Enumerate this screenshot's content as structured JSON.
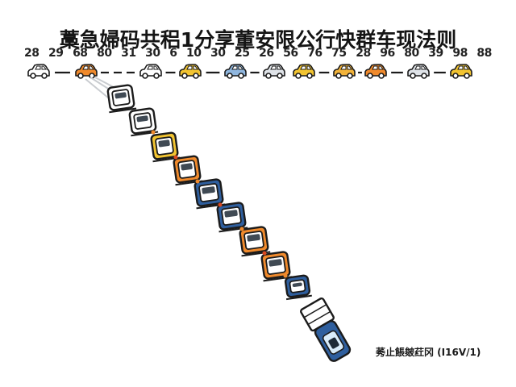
{
  "title": "藁急婦码共稆1分享董安限公行快群车现法则",
  "numbers": [
    "28",
    "29",
    "68",
    "80",
    "31",
    "30",
    "6",
    "10",
    "30",
    "25",
    "26",
    "56",
    "76",
    "75",
    "28",
    "96",
    "80",
    "39",
    "98",
    "88"
  ],
  "caption": "莠止餦皴荭冈 (I16V/1)",
  "colors": {
    "outline": "#1b1b1b",
    "orange": "#f08a2c",
    "yellow": "#f2c431",
    "blue": "#2f5f9e",
    "lightblue": "#6aa6d8",
    "gray": "#9aa0a6"
  },
  "row_cars": [
    {
      "name": "car-row-1",
      "color": "#ffffff"
    },
    {
      "name": "car-row-2",
      "color": "#f08a2c"
    },
    {
      "name": "car-row-3",
      "color": "#ffffff"
    },
    {
      "name": "car-row-4",
      "color": "#f2c431"
    },
    {
      "name": "car-row-5",
      "color": "#8fb6de"
    },
    {
      "name": "car-row-6",
      "color": "#dfe3e8"
    },
    {
      "name": "car-row-7",
      "color": "#f2c431"
    },
    {
      "name": "car-row-8",
      "color": "#f2b33a"
    },
    {
      "name": "car-row-9",
      "color": "#f08a2c"
    },
    {
      "name": "car-row-10",
      "color": "#dfe3e8"
    },
    {
      "name": "car-row-11",
      "color": "#f2c431"
    }
  ],
  "diag_cars": [
    {
      "name": "diag-car-1",
      "color": "#ffffff"
    },
    {
      "name": "diag-car-2",
      "color": "#ffffff"
    },
    {
      "name": "diag-car-3",
      "color": "#f2c431"
    },
    {
      "name": "diag-car-4",
      "color": "#f08a2c"
    },
    {
      "name": "diag-car-5",
      "color": "#2f5f9e"
    },
    {
      "name": "diag-car-6",
      "color": "#2f5f9e"
    },
    {
      "name": "diag-car-7",
      "color": "#f08a2c"
    },
    {
      "name": "diag-car-8",
      "color": "#f08a2c"
    },
    {
      "name": "diag-car-9",
      "color": "#2f5f9e"
    },
    {
      "name": "diag-truck",
      "color": "#2f5f9e"
    }
  ]
}
